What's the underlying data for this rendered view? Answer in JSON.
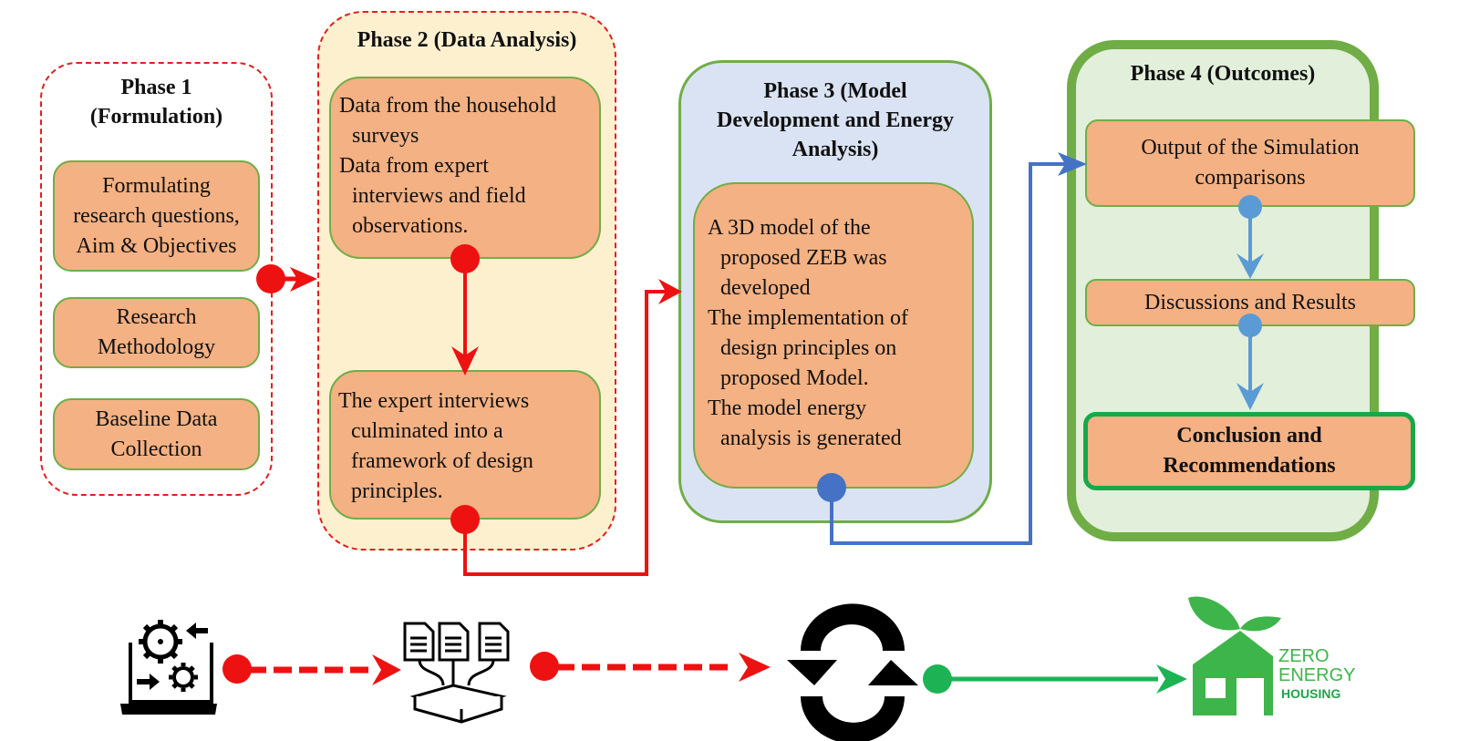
{
  "colors": {
    "box_fill": "#f4b183",
    "box_border": "#70ad47",
    "phase1_border": "#e02020",
    "phase2_fill": "#fdf0cf",
    "phase3_fill": "#dae3f3",
    "phase4_fill": "#e2efda",
    "red_connector": "#ee1111",
    "blue_connector": "#4472c4",
    "light_blue_connector": "#5b9bd5",
    "green_connector": "#1db354",
    "logo_green": "#3db54a"
  },
  "phases": [
    {
      "title_lines": [
        "Phase 1",
        "(Formulation)"
      ],
      "boxes": [
        {
          "lines": [
            "Formulating",
            "research questions,",
            "Aim & Objectives"
          ]
        },
        {
          "lines": [
            "Research",
            "Methodology"
          ]
        },
        {
          "lines": [
            "Baseline Data",
            "Collection"
          ]
        }
      ]
    },
    {
      "title_lines": [
        "Phase 2 (Data Analysis)"
      ],
      "boxes": [
        {
          "lines": [
            "Data from the household",
            "surveys",
            "Data from expert",
            "interviews and field",
            "observations."
          ]
        },
        {
          "lines": [
            "The expert interviews",
            "culminated into a",
            "framework of design",
            "principles."
          ]
        }
      ]
    },
    {
      "title_lines": [
        "Phase 3 (Model",
        "Development and Energy",
        "Analysis)"
      ],
      "boxes": [
        {
          "lines": [
            "A 3D model of the",
            "proposed ZEB was",
            "developed",
            "The implementation of",
            "design principles on",
            "proposed Model.",
            "The model energy",
            "analysis is generated"
          ]
        }
      ]
    },
    {
      "title_lines": [
        "Phase 4 (Outcomes)"
      ],
      "boxes": [
        {
          "lines": [
            "Output of the Simulation",
            "comparisons"
          ]
        },
        {
          "lines": [
            "Discussions and Results"
          ]
        },
        {
          "lines": [
            "Conclusion and",
            "Recommendations"
          ]
        }
      ]
    }
  ],
  "bottom_icons": [
    {
      "name": "laptop-gears-icon"
    },
    {
      "name": "documents-database-icon"
    },
    {
      "name": "refresh-cycle-icon"
    },
    {
      "name": "zero-energy-housing-logo"
    }
  ],
  "logo": {
    "line1": "ZERO",
    "line2": "ENERGY",
    "line3": "HOUSING"
  }
}
